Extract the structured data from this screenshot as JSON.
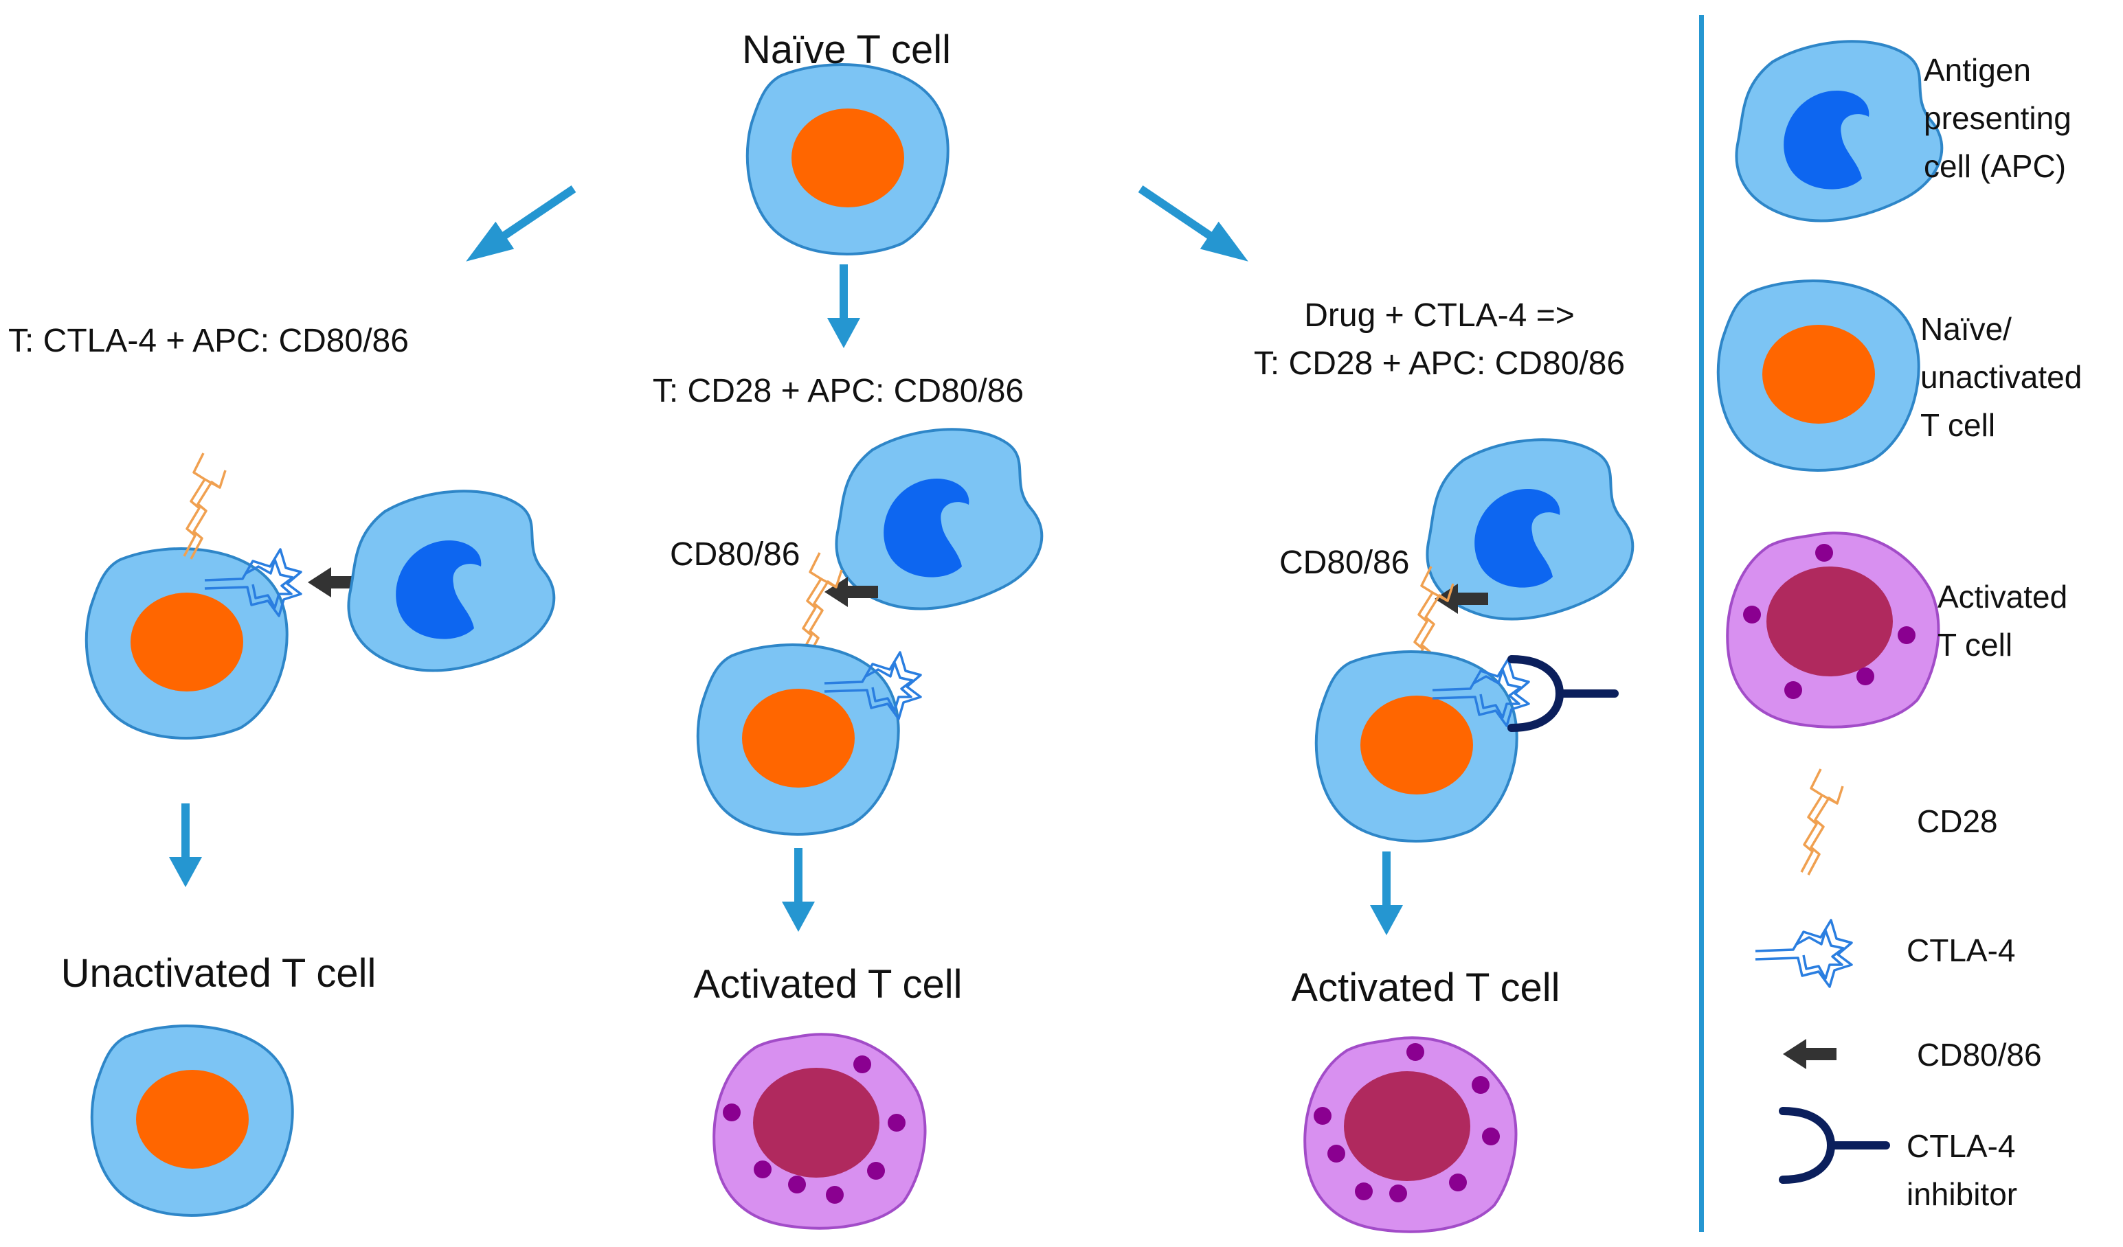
{
  "colors": {
    "cell_fill": "#7cc4f4",
    "cell_stroke": "#2e86c8",
    "t_nucleus": "#ff6600",
    "apc_nucleus": "#0d66f0",
    "act_fill": "#d890f0",
    "act_stroke": "#a24cc8",
    "act_nucleus": "#b0295e",
    "granule": "#8a0090",
    "arrow": "#2596d1",
    "cd28": "#f0a050",
    "ctla4": "#2a7ee0",
    "cd8086": "#333333",
    "inhibitor": "#0b1f5c",
    "divider": "#2596d1"
  },
  "top": {
    "title": "Naïve T cell"
  },
  "paths": {
    "left": {
      "condition": "T: CTLA-4 + APC: CD80/86",
      "outcome": "Unactivated T cell"
    },
    "middle": {
      "condition": "T: CD28 + APC: CD80/86",
      "label": "CD80/86",
      "outcome": "Activated T cell"
    },
    "right": {
      "condition_line1": "Drug + CTLA-4 =>",
      "condition_line2": "T: CD28 + APC: CD80/86",
      "label": "CD80/86",
      "outcome": "Activated T cell"
    }
  },
  "legend": {
    "apc": {
      "line1": "Antigen",
      "line2": "presenting",
      "line3": "cell (APC)",
      "icon": "apc-icon"
    },
    "naive": {
      "line1": "Naïve/",
      "line2": "unactivated",
      "line3": "T cell",
      "icon": "t-cell-icon"
    },
    "activated": {
      "line1": "Activated",
      "line2": "T cell",
      "icon": "activated-t-cell-icon"
    },
    "cd28": {
      "label": "CD28",
      "icon": "cd28-receptor-icon"
    },
    "ctla4": {
      "label": "CTLA-4",
      "icon": "ctla4-receptor-icon"
    },
    "cd8086": {
      "label": "CD80/86",
      "icon": "cd80-86-ligand-icon"
    },
    "inhibitor": {
      "line1": "CTLA-4",
      "line2": "inhibitor",
      "icon": "ctla4-inhibitor-icon"
    }
  }
}
